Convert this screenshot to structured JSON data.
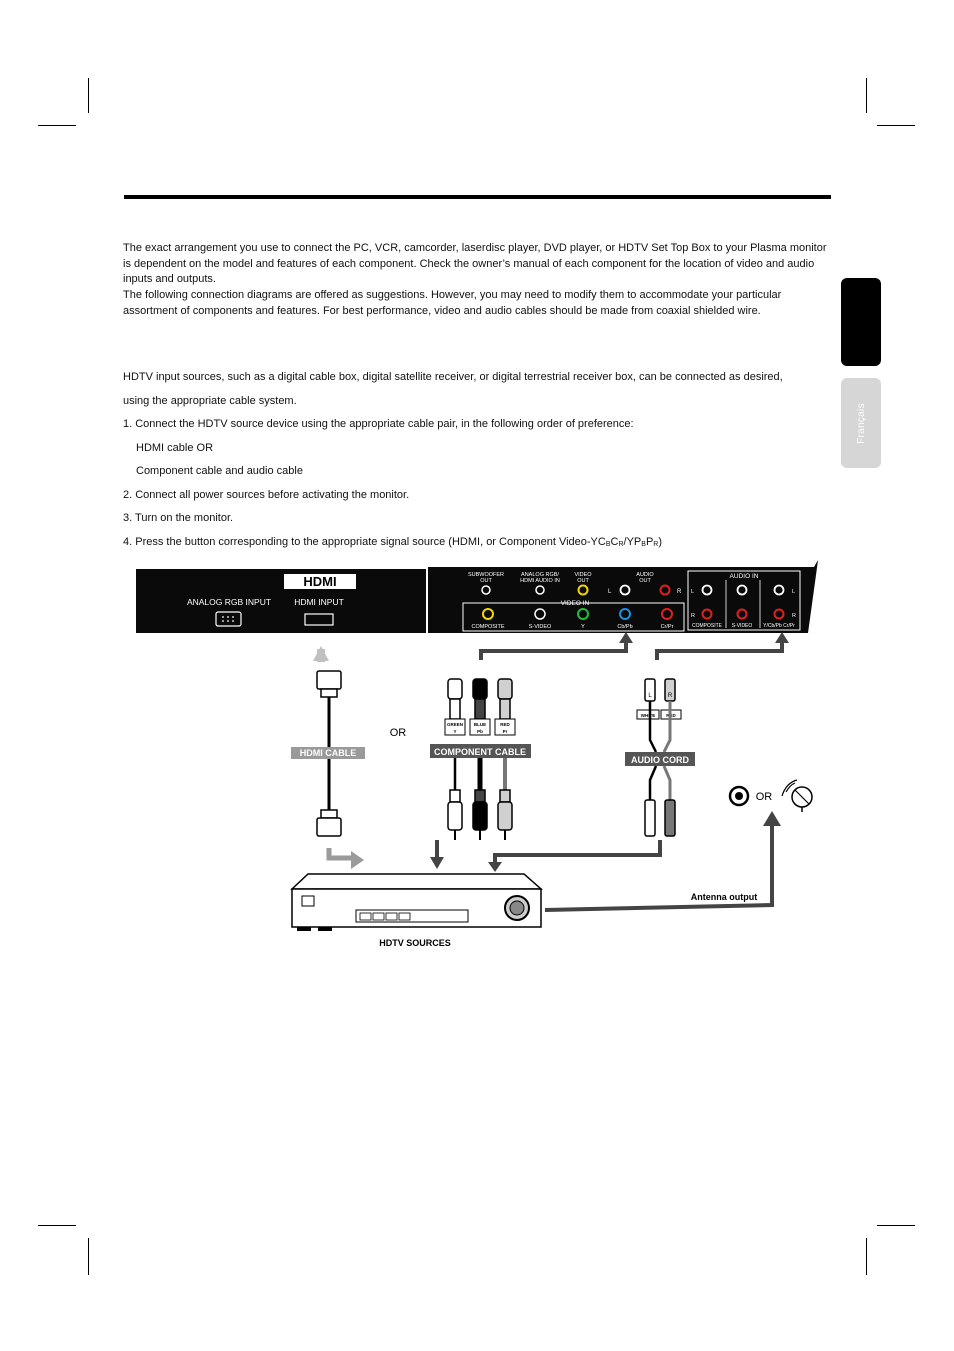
{
  "side_tabs": {
    "francais": "Français"
  },
  "intro": {
    "p1": "The exact arrangement you use to connect the PC, VCR, camcorder, laserdisc player, DVD player, or HDTV Set Top Box to your Plasma monitor is dependent on the model and features of each component. Check the owner’s manual of each component for the location of video and audio inputs and outputs.",
    "p2": "The following connection diagrams are offered as suggestions. However, you may need to modify them to accommodate your particular assortment of components and features. For best performance, video and audio cables should be made from coaxial shielded wire."
  },
  "hdtv": {
    "line1": "HDTV input sources, such as a digital cable box, digital satellite receiver, or digital terrestrial receiver box, can be connected as desired,",
    "line2": "using the appropriate cable system.",
    "step1": "1. Connect the HDTV source device using the appropriate cable pair, in the following order of preference:",
    "option1": "HDMI cable OR",
    "option2": "Component cable and audio cable",
    "step2": "2. Connect all power sources before activating the monitor.",
    "step3": "3. Turn on the monitor.",
    "step4_prefix": "4. Press the button corresponding to the appropriate signal source (HDMI, or Component Video-YC",
    "step4_sub1": "B",
    "step4_mid1": "C",
    "step4_sub2": "R",
    "step4_mid2": "/YP",
    "step4_sub3": "B",
    "step4_mid3": "P",
    "step4_sub4": "R",
    "step4_suffix": ")"
  },
  "diagram": {
    "hdmi_logo": "HDMI",
    "analog_rgb_input": "ANALOG RGB INPUT",
    "hdmi_input": "HDMI INPUT",
    "subwoofer_out_1": "SUBWOOFER",
    "subwoofer_out_2": "OUT",
    "analog_rgb_audio_1": "ANALOG RGB/",
    "analog_rgb_audio_2": "HDMI AUDIO IN",
    "video_out_1": "VIDEO",
    "video_out_2": "OUT",
    "audio_out_1": "AUDIO",
    "audio_out_2": "OUT",
    "audio_in": "AUDIO IN",
    "video_in": "VIDEO IN",
    "composite": "COMPOSITE",
    "s_video": "S-VIDEO",
    "y": "Y",
    "cb_pb": "Cb/Pb",
    "cr_pr": "Cr/Pr",
    "ycb_cr_pb": "Y/Cb/Pb Cr/Pr",
    "l": "L",
    "r": "R",
    "or_1": "OR",
    "or_2": "OR",
    "hdmi_cable": "HDMI CABLE",
    "component_cable": "COMPONENT CABLE",
    "audio_cord": "AUDIO CORD",
    "green_y": "GREEN",
    "blue_pb": "BLUE",
    "red_pr": "RED",
    "pb": "Pb",
    "pr": "Pr",
    "white": "WHITE",
    "red": "RED",
    "antenna_output": "Antenna output",
    "hdtv_sources": "HDTV SOURCES"
  }
}
